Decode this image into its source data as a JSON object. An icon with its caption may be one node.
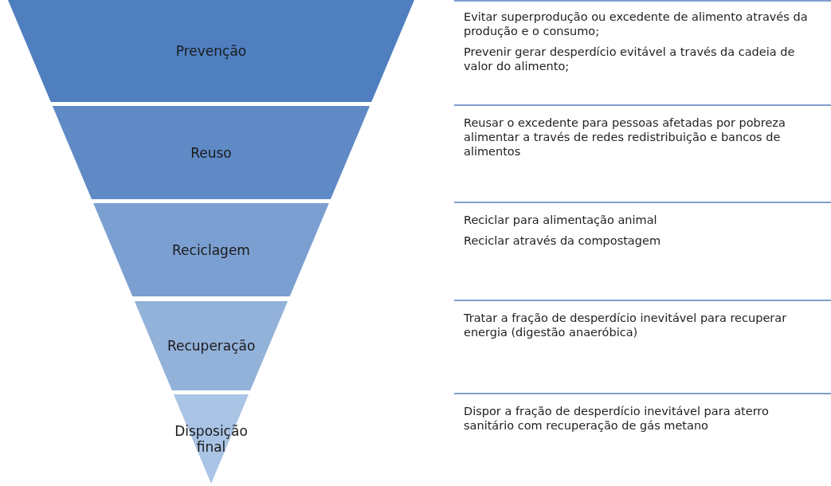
{
  "diagram": {
    "nodes": [
      {
        "text": [
          "Prevenção"
        ]
      },
      {
        "text": [
          "Reuso"
        ]
      },
      {
        "text": [
          "Reciclagem"
        ]
      },
      {
        "text": [
          "Recuperação"
        ]
      },
      {
        "text": [
          "Disposição final"
        ]
      }
    ],
    "edges": [],
    "labels": [
      "Evitar superprodução ou excedente de alimento através da produção e o consumo;",
      "Prevenir gerar desperdício evitável a través da cadeia de valor do alimento;",
      "Reusar o excedente para pessoas afetadas por pobreza alimentar a través de redes redistribuição e bancos de alimentos",
      "Reciclar para alimentação animal",
      "Reciclar através da compostagem",
      "Tratar a fração de desperdício inevitável para recuperar energia (digestão anaeróbica)",
      "Dispor a fração de desperdício inevitável  para aterro sanitário com recuperação de gás metano"
    ]
  }
}
